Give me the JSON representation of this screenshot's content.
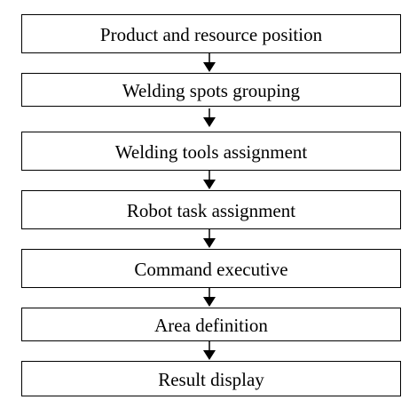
{
  "flowchart": {
    "steps": [
      "Product and resource position",
      "Welding spots grouping",
      "Welding tools assignment",
      "Robot task assignment",
      "Command executive",
      "Area definition",
      "Result display"
    ]
  }
}
